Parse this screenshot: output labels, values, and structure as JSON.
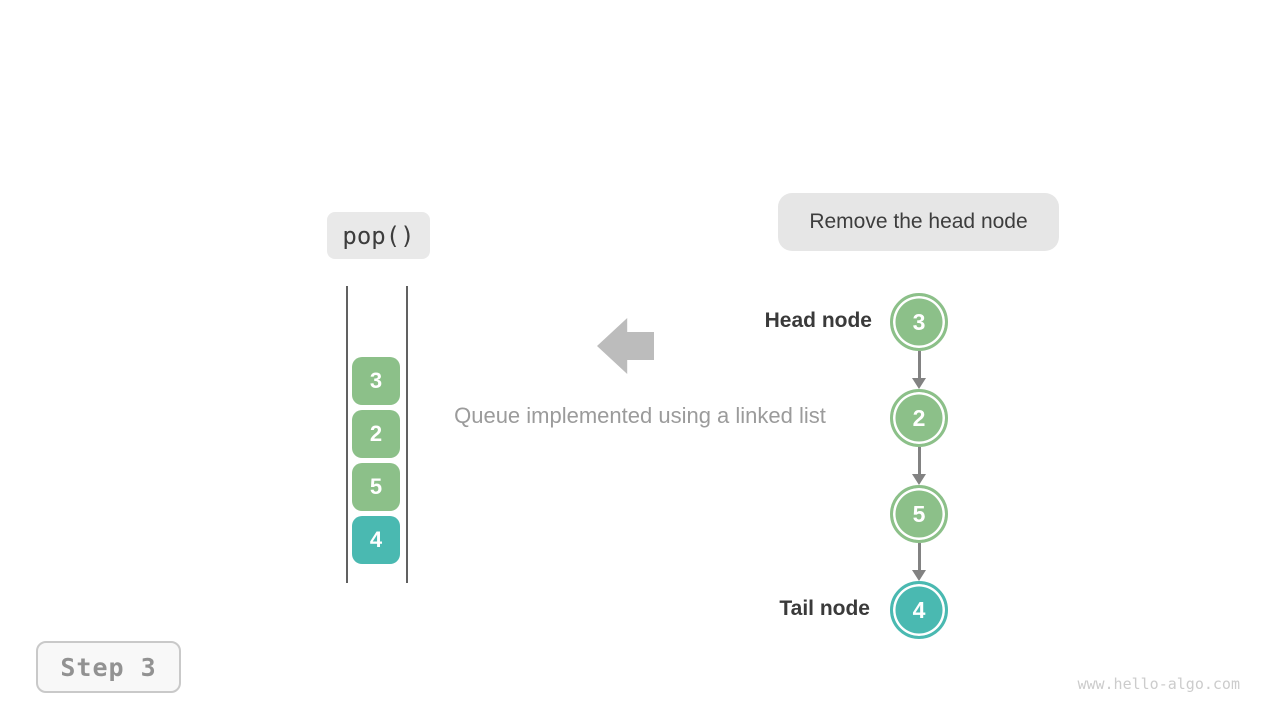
{
  "operation_label": {
    "text": "pop()"
  },
  "callout": {
    "text": "Remove the head node"
  },
  "caption": {
    "text": "Queue implemented using a linked list"
  },
  "queue_view": {
    "items": [
      {
        "value": "3",
        "color": "#8cc089"
      },
      {
        "value": "2",
        "color": "#8cc089"
      },
      {
        "value": "5",
        "color": "#8cc089"
      },
      {
        "value": "4",
        "color": "#4ab9b1"
      }
    ]
  },
  "linked_list": {
    "head_label": "Head node",
    "tail_label": "Tail node",
    "nodes": [
      {
        "value": "3",
        "color": "#8cc089"
      },
      {
        "value": "2",
        "color": "#8cc089"
      },
      {
        "value": "5",
        "color": "#8cc089"
      },
      {
        "value": "4",
        "color": "#4ab9b1"
      }
    ]
  },
  "step_badge": {
    "text": "Step 3"
  },
  "watermark": {
    "text": "www.hello-algo.com"
  },
  "colors": {
    "node_green": "#8cc089",
    "node_teal": "#4ab9b1",
    "connector_gray": "#828282",
    "big_arrow_gray": "#bcbcbc",
    "box_gray": "#e6e6e6"
  }
}
